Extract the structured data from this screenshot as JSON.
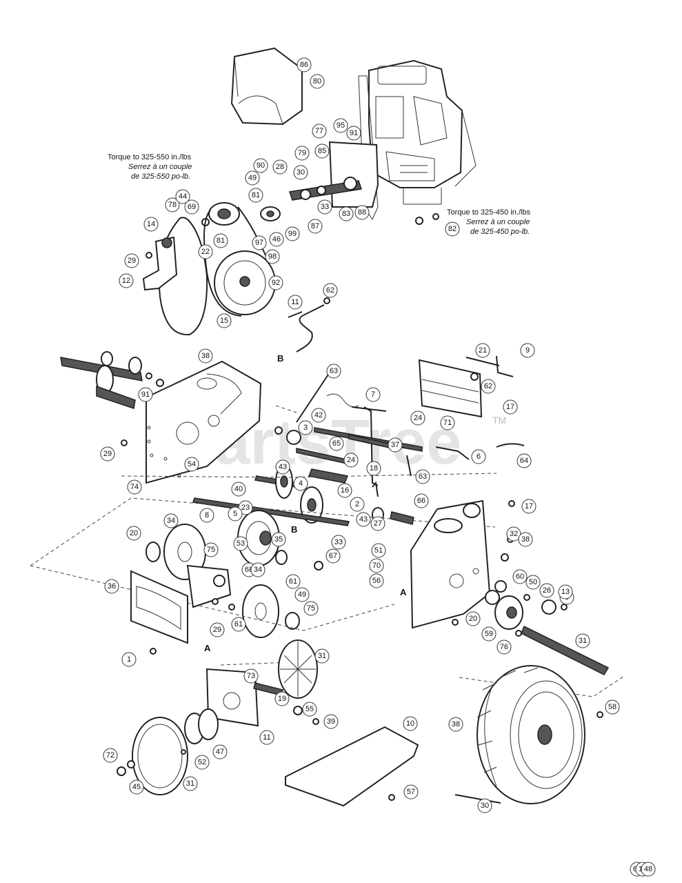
{
  "watermark": {
    "text": "PartsTree",
    "trademark": "TM"
  },
  "notes": {
    "belt_torque_en": "Torque to 325-550 in./lbs",
    "belt_torque_fr1": "Serrez à un couple",
    "belt_torque_fr2": "de 325-550 po-lb.",
    "engine_torque_en": "Torque to 325-450 in./lbs",
    "engine_torque_fr1": "Serrez à un couple",
    "engine_torque_fr2": "de 325-450 po-lb."
  },
  "ref_letters": {
    "a": "A",
    "b": "B"
  },
  "callouts": [
    "86",
    "80",
    "77",
    "95",
    "91",
    "79",
    "85",
    "90",
    "28",
    "49",
    "30",
    "81",
    "33",
    "83",
    "88",
    "87",
    "82",
    "97",
    "46",
    "99",
    "98",
    "78",
    "44",
    "69",
    "14",
    "81",
    "22",
    "29",
    "12",
    "92",
    "15",
    "62",
    "11",
    "38",
    "91",
    "63",
    "7",
    "21",
    "9",
    "62",
    "17",
    "71",
    "24",
    "42",
    "3",
    "37",
    "65",
    "29",
    "24",
    "18",
    "54",
    "43",
    "74",
    "16",
    "63",
    "64",
    "6",
    "40",
    "4",
    "23",
    "66",
    "2",
    "43",
    "34",
    "8",
    "5",
    "27",
    "17",
    "32",
    "20",
    "75",
    "33",
    "53",
    "35",
    "67",
    "51",
    "38",
    "70",
    "68",
    "34",
    "60",
    "56",
    "50",
    "26",
    "61",
    "49",
    "8",
    "36",
    "13",
    "75",
    "61",
    "20",
    "29",
    "59",
    "76",
    "31",
    "1",
    "31",
    "73",
    "19",
    "11",
    "55",
    "39",
    "10",
    "58",
    "38",
    "72",
    "52",
    "47",
    "45",
    "31",
    "57",
    "30",
    "69",
    "17",
    "48"
  ]
}
